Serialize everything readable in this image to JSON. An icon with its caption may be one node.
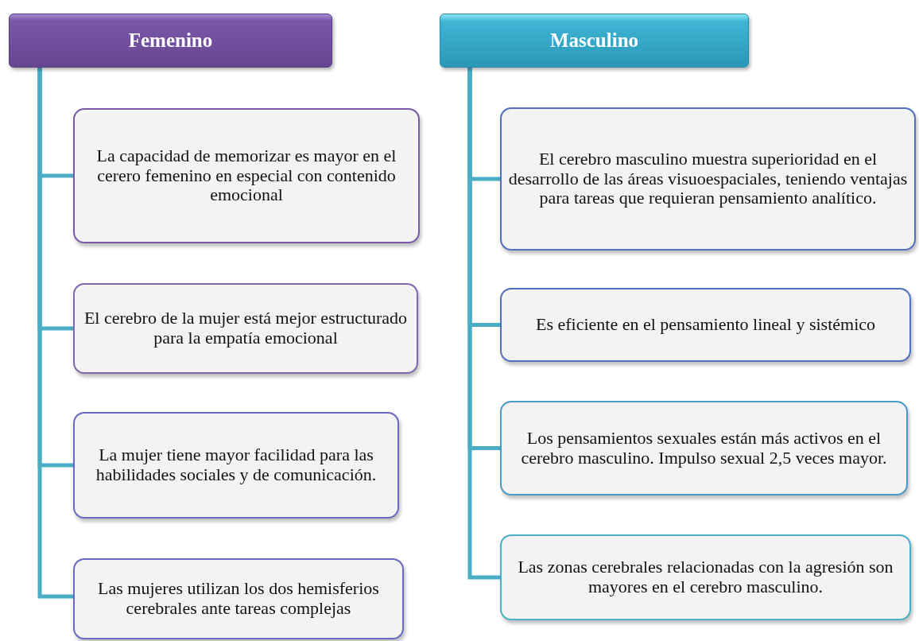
{
  "diagram": {
    "nodes": [
      {
        "text": [
          "Femenino"
        ]
      },
      {
        "text": [
          "La capacidad de memorizar es mayor en el cerero femenino en especial con contenido emocional"
        ]
      },
      {
        "text": [
          "El cerebro de la mujer está mejor estructurado para la empatía emocional"
        ]
      },
      {
        "text": [
          "La mujer tiene mayor facilidad para las habilidades sociales y de comunicación."
        ]
      },
      {
        "text": [
          "Las mujeres utilizan los dos hemisferios cerebrales ante tareas complejas"
        ]
      },
      {
        "text": [
          "Masculino"
        ]
      },
      {
        "text": [
          "El cerebro masculino muestra superioridad en el desarrollo de las áreas visuoespaciales, teniendo ventajas para tareas que requieran pensamiento analítico."
        ]
      },
      {
        "text": [
          "Es eficiente en el pensamiento lineal y sistémico"
        ]
      },
      {
        "text": [
          "Los pensamientos sexuales están más activos en el cerebro masculino. Impulso sexual 2,5 veces mayor."
        ]
      },
      {
        "text": [
          "Las zonas cerebrales relacionadas con la agresión son mayores en el cerebro masculino."
        ]
      }
    ],
    "edges": [
      {
        "from": 0,
        "to": 1,
        "arrow": "none"
      },
      {
        "from": 0,
        "to": 2,
        "arrow": "none"
      },
      {
        "from": 0,
        "to": 3,
        "arrow": "none"
      },
      {
        "from": 0,
        "to": 4,
        "arrow": "none"
      },
      {
        "from": 5,
        "to": 6,
        "arrow": "none"
      },
      {
        "from": 5,
        "to": 7,
        "arrow": "none"
      },
      {
        "from": 5,
        "to": 8,
        "arrow": "none"
      },
      {
        "from": 5,
        "to": 9,
        "arrow": "none"
      }
    ]
  }
}
